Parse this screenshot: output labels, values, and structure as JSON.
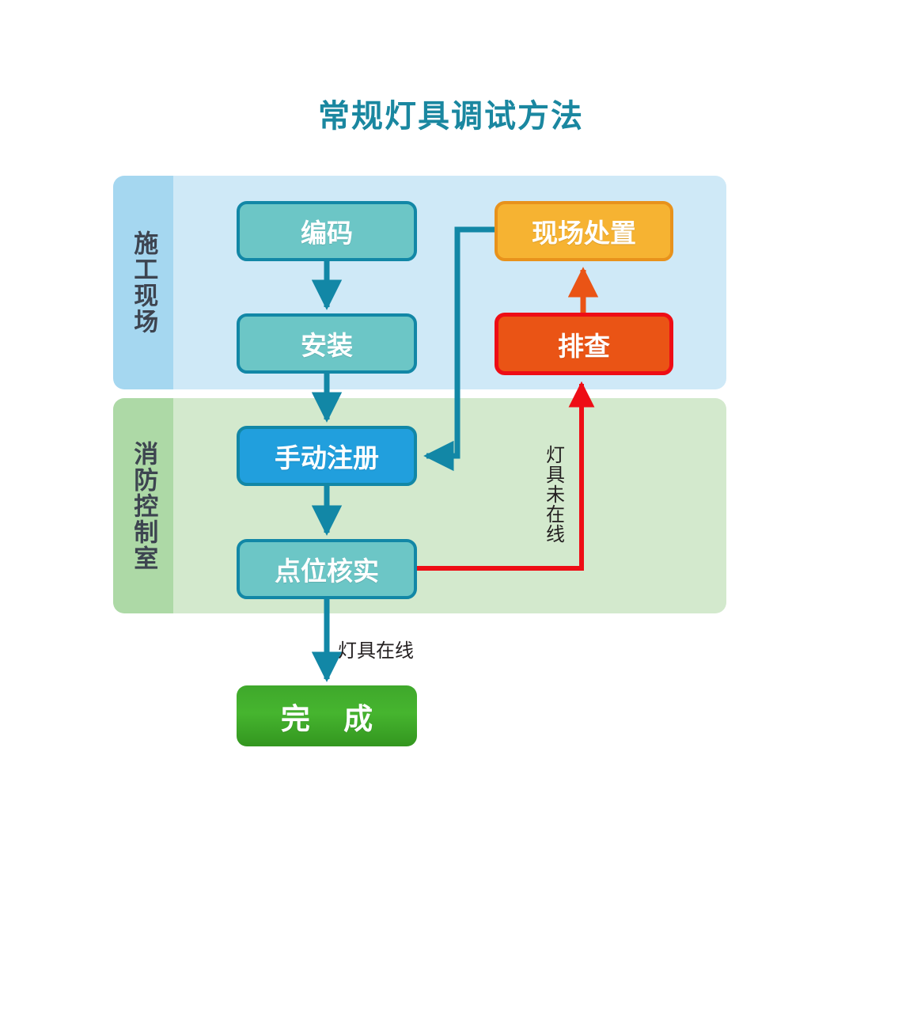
{
  "title": "常规灯具调试方法",
  "colors": {
    "title": "#1a87a0",
    "lane_construction_head": "#a5d7f0",
    "lane_construction_body": "#cfe9f7",
    "lane_fire_head": "#add9a6",
    "lane_fire_body": "#d3e9cd",
    "node_teal": "#6cc6c6",
    "node_teal_border": "#1287a6",
    "node_blue": "#219fdd",
    "node_amber": "#f6b332",
    "node_amber_border": "#e8921c",
    "node_red": "#ea5415",
    "node_red_border": "#ee0d15",
    "node_green": "#3fa82b",
    "arrow_teal": "#1287a6",
    "arrow_orange": "#ea5415",
    "arrow_red": "#ee0d15"
  },
  "lanes": [
    {
      "id": "construction",
      "label": "施工现场"
    },
    {
      "id": "fire_control",
      "label": "消防控制室"
    }
  ],
  "nodes": [
    {
      "id": "coding",
      "label": "编码",
      "lane": "construction",
      "style": "teal"
    },
    {
      "id": "install",
      "label": "安装",
      "lane": "construction",
      "style": "teal"
    },
    {
      "id": "onsite",
      "label": "现场处置",
      "lane": "construction",
      "style": "amber"
    },
    {
      "id": "inspect",
      "label": "排查",
      "lane": "construction",
      "style": "red"
    },
    {
      "id": "register",
      "label": "手动注册",
      "lane": "fire_control",
      "style": "blue"
    },
    {
      "id": "verify",
      "label": "点位核实",
      "lane": "fire_control",
      "style": "teal"
    },
    {
      "id": "complete",
      "label": "完 成",
      "lane": "fire_control",
      "style": "green"
    }
  ],
  "edges": [
    {
      "from": "coding",
      "to": "install",
      "label": "",
      "color": "teal"
    },
    {
      "from": "install",
      "to": "register",
      "label": "",
      "color": "teal"
    },
    {
      "from": "register",
      "to": "verify",
      "label": "",
      "color": "teal"
    },
    {
      "from": "verify",
      "to": "complete",
      "label": "灯具在线",
      "color": "teal"
    },
    {
      "from": "verify",
      "to": "inspect",
      "label": "灯具未在线",
      "color": "red"
    },
    {
      "from": "inspect",
      "to": "onsite",
      "label": "",
      "color": "orange"
    },
    {
      "from": "onsite",
      "to": "register",
      "label": "",
      "color": "teal"
    }
  ],
  "labels": {
    "online": "灯具在线",
    "offline": "灯具未在线"
  }
}
